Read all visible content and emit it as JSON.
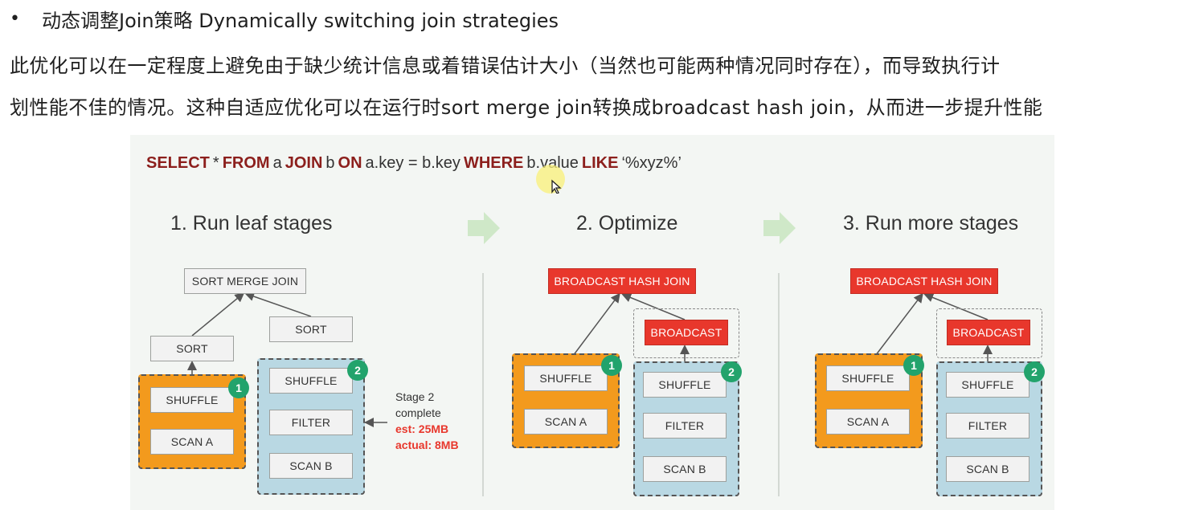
{
  "bullet": {
    "symbol": "•",
    "text": "动态调整Join策略 Dynamically switching join strategies"
  },
  "paragraph": {
    "line1": "此优化可以在一定程度上避免由于缺少统计信息或着错误估计大小（当然也可能两种情况同时存在），而导致执行计",
    "line2": "划性能不佳的情况。这种自适应优化可以在运行时sort merge join转换成broadcast hash join，从而进一步提升性能"
  },
  "figure": {
    "sql_tokens": [
      {
        "text": "SELECT",
        "kw": true
      },
      {
        "text": "*",
        "kw": false
      },
      {
        "text": "FROM",
        "kw": true
      },
      {
        "text": "a",
        "kw": false
      },
      {
        "text": "JOIN",
        "kw": true
      },
      {
        "text": "b",
        "kw": false
      },
      {
        "text": "ON",
        "kw": true
      },
      {
        "text": "a.key = b.key",
        "kw": false
      },
      {
        "text": "WHERE",
        "kw": true
      },
      {
        "text": "b.value",
        "kw": false
      },
      {
        "text": "LIKE",
        "kw": true
      },
      {
        "text": "‘%xyz%’",
        "kw": false
      }
    ],
    "steps": [
      "1. Run leaf stages",
      "2. Optimize",
      "3. Run more stages"
    ],
    "panel1": {
      "join": "SORT MERGE JOIN",
      "sort_left": "SORT",
      "sort_right": "SORT",
      "shuffle_a": "SHUFFLE",
      "scan_a": "SCAN A",
      "shuffle_b": "SHUFFLE",
      "filter": "FILTER",
      "scan_b": "SCAN B",
      "badge1": "1",
      "badge2": "2",
      "note": {
        "line1": "Stage 2",
        "line2": "complete",
        "est": "est: 25MB",
        "actual": "actual: 8MB"
      }
    },
    "panel2": {
      "join": "BROADCAST HASH JOIN",
      "broadcast": "BROADCAST",
      "shuffle_a": "SHUFFLE",
      "scan_a": "SCAN A",
      "shuffle_b": "SHUFFLE",
      "filter": "FILTER",
      "scan_b": "SCAN B",
      "badge1": "1",
      "badge2": "2"
    },
    "panel3": {
      "join": "BROADCAST HASH JOIN",
      "broadcast": "BROADCAST",
      "shuffle_a": "SHUFFLE",
      "scan_a": "SCAN A",
      "shuffle_b": "SHUFFLE",
      "filter": "FILTER",
      "scan_b": "SCAN B",
      "badge1": "1",
      "badge2": "2"
    },
    "colors": {
      "keyword": "#8c1f1c",
      "orange_stage": "#f39a1d",
      "blue_stage": "#b9d8e3",
      "broadcast_red": "#e8372c",
      "badge_green": "#22a36c",
      "arrow_green": "#cfe8c8"
    }
  }
}
